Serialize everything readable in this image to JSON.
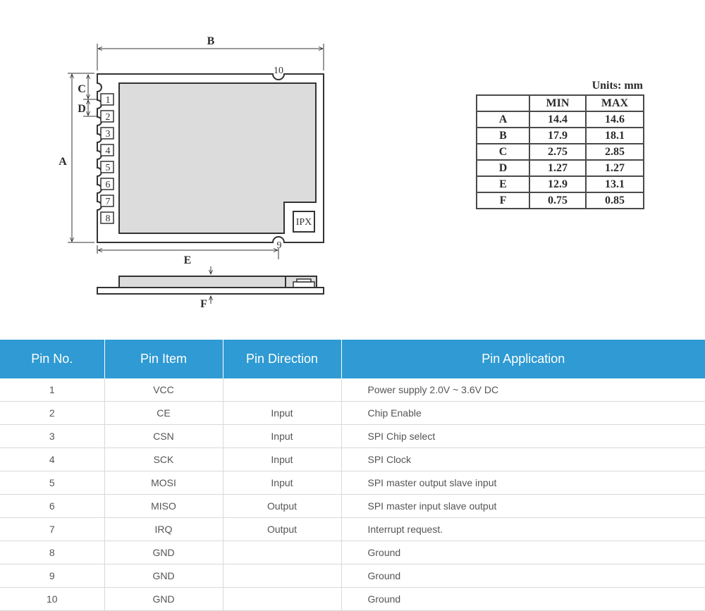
{
  "diagram": {
    "dimension_labels": {
      "A": "A",
      "B": "B",
      "C": "C",
      "D": "D",
      "E": "E",
      "F": "F"
    },
    "pin_numbers": [
      "1",
      "2",
      "3",
      "4",
      "5",
      "6",
      "7",
      "8"
    ],
    "pin_9": "9",
    "pin_10": "10",
    "antenna_label": "IPX"
  },
  "dim_table": {
    "units": "Units: mm",
    "headers": [
      "",
      "MIN",
      "MAX"
    ],
    "rows": [
      {
        "dim": "A",
        "min": "14.4",
        "max": "14.6"
      },
      {
        "dim": "B",
        "min": "17.9",
        "max": "18.1"
      },
      {
        "dim": "C",
        "min": "2.75",
        "max": "2.85"
      },
      {
        "dim": "D",
        "min": "1.27",
        "max": "1.27"
      },
      {
        "dim": "E",
        "min": "12.9",
        "max": "13.1"
      },
      {
        "dim": "F",
        "min": "0.75",
        "max": "0.85"
      }
    ]
  },
  "pin_table": {
    "headers": [
      "Pin No.",
      "Pin Item",
      "Pin Direction",
      "Pin Application"
    ],
    "rows": [
      {
        "no": "1",
        "item": "VCC",
        "direction": "",
        "application": "Power supply 2.0V ~ 3.6V DC"
      },
      {
        "no": "2",
        "item": "CE",
        "direction": "Input",
        "application": "Chip Enable"
      },
      {
        "no": "3",
        "item": "CSN",
        "direction": "Input",
        "application": "SPI Chip select"
      },
      {
        "no": "4",
        "item": "SCK",
        "direction": "Input",
        "application": "SPI Clock"
      },
      {
        "no": "5",
        "item": "MOSI",
        "direction": "Input",
        "application": "SPI master output slave input"
      },
      {
        "no": "6",
        "item": "MISO",
        "direction": "Output",
        "application": "SPI master input slave output"
      },
      {
        "no": "7",
        "item": "IRQ",
        "direction": "Output",
        "application": "Interrupt request."
      },
      {
        "no": "8",
        "item": "GND",
        "direction": "",
        "application": "Ground"
      },
      {
        "no": "9",
        "item": "GND",
        "direction": "",
        "application": "Ground"
      },
      {
        "no": "10",
        "item": "GND",
        "direction": "",
        "application": "Ground"
      }
    ],
    "header_color": "#2f9ad3"
  }
}
